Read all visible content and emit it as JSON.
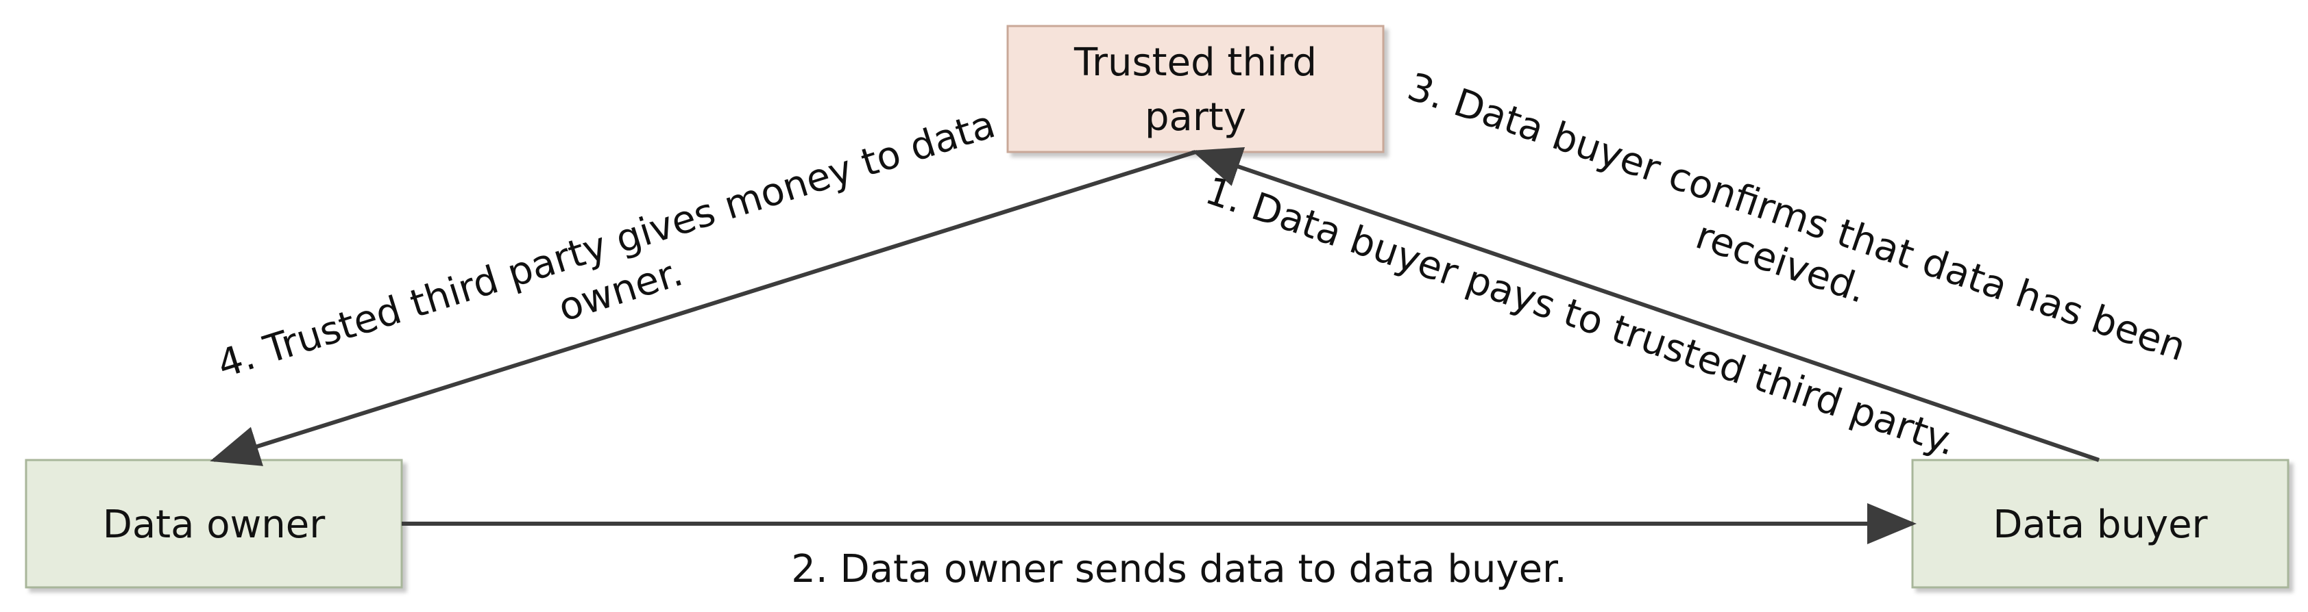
{
  "nodes": {
    "trusted_third_party": {
      "label_line1": "Trusted third",
      "label_line2": "party",
      "fill": "#f6e3da",
      "stroke": "#c9a898"
    },
    "data_owner": {
      "label": "Data owner",
      "fill": "#e6ecdd",
      "stroke": "#a8b69a"
    },
    "data_buyer": {
      "label": "Data buyer",
      "fill": "#e6ecdd",
      "stroke": "#a8b69a"
    }
  },
  "edges": {
    "step1": {
      "text": "1. Data buyer pays to trusted third party."
    },
    "step2": {
      "text": "2. Data owner sends data to data buyer."
    },
    "step3": {
      "line1": "3. Data buyer confirms that data has been",
      "line2": "received."
    },
    "step4": {
      "line1": "4. Trusted third party gives money to data",
      "line2": "owner."
    }
  },
  "colors": {
    "arrow": "#3c3c3c",
    "text": "#111111"
  }
}
